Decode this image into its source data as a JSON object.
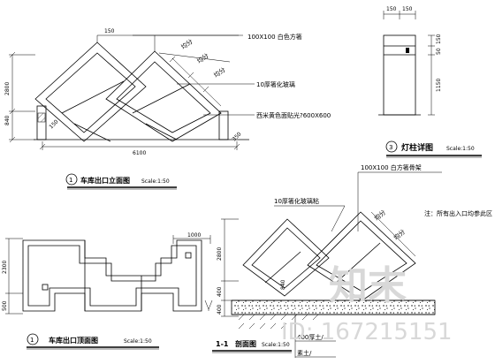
{
  "elevation": {
    "dim_top_a": "150",
    "dim_top_b": "150",
    "dim_height": "2800",
    "dim_bottom": "840",
    "dim_width": "6100",
    "dim_corner": "350",
    "note_steel": "100X100 白色方箸",
    "note_glass": "10厚箸化玻璃",
    "note_stone": "西米黄色面贴光?600X600",
    "equal_1": "均分",
    "equal_2": "均分",
    "equal_3": "均分",
    "title_num": "1",
    "title": "车库出口立面图",
    "scale": "Scale:1:50"
  },
  "lamp": {
    "dim_w1": "150",
    "dim_w2": "150",
    "dim_h1": "150",
    "dim_h2": "50",
    "dim_h3": "1150",
    "title_num": "3",
    "title": "灯柱详图",
    "scale": "Scale:1:50"
  },
  "plan": {
    "dim_top": "1000",
    "dim_left": "2300",
    "dim_left_b": "500",
    "title_num": "1",
    "title": "车库出口顶面图",
    "scale": "Scale:1:50"
  },
  "section": {
    "note_frame": "100X100 白方箸骨架",
    "note_glass": "10厚箸化玻璃粘",
    "note_remark": "注：所有出入口均参此区",
    "equal_1": "均分",
    "equal_2": "均分",
    "dim_height": "2800",
    "dim_mid": "840",
    "dim_400a": "400",
    "dim_400b": "400",
    "layer_1": "400厚土/",
    "layer_2": "素土/",
    "title_num": "1-1",
    "title": "剖面图",
    "scale": "Scale:1:50"
  },
  "watermark": {
    "logo": "知末",
    "id": "ID: 167215151"
  }
}
